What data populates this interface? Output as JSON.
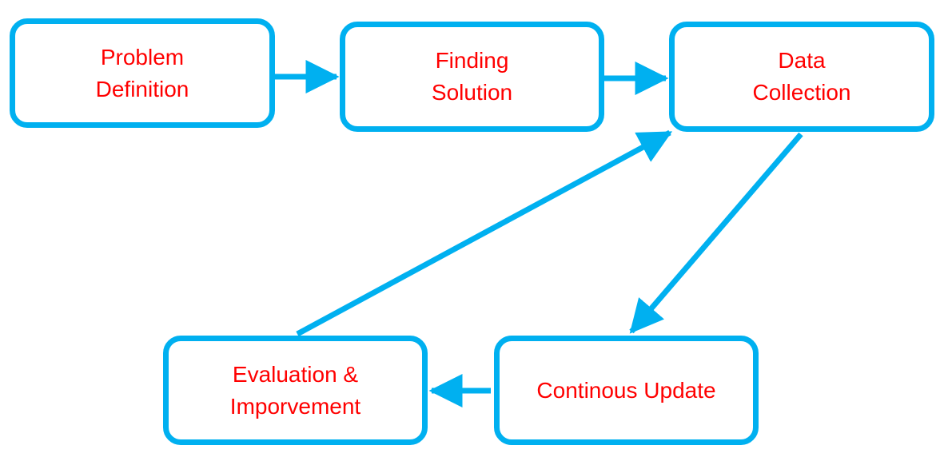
{
  "diagram": {
    "accent_color": "#00b0f0",
    "text_color": "#ff0000",
    "nodes": {
      "problem_definition": "Problem\nDefinition",
      "finding_solution": "Finding\nSolution",
      "data_collection": "Data\nCollection",
      "evaluation_improvement": "Evaluation &\nImporvement",
      "continous_update": "Continous Update"
    },
    "edges": [
      {
        "from": "problem_definition",
        "to": "finding_solution"
      },
      {
        "from": "finding_solution",
        "to": "data_collection"
      },
      {
        "from": "data_collection",
        "to": "continous_update"
      },
      {
        "from": "continous_update",
        "to": "evaluation_improvement"
      },
      {
        "from": "evaluation_improvement",
        "to": "data_collection"
      }
    ]
  }
}
